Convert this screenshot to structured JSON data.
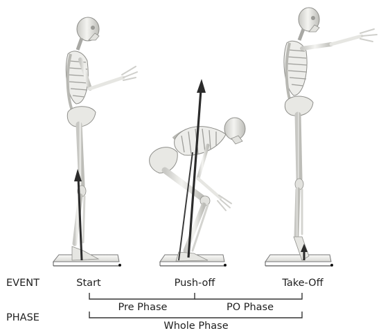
{
  "rows": {
    "event": "EVENT",
    "phase": "PHASE"
  },
  "events": {
    "start": "Start",
    "push_off": "Push-off",
    "take_off": "Take-Off"
  },
  "phases": {
    "pre": "Pre Phase",
    "po": "PO Phase",
    "whole": "Whole Phase"
  },
  "colors": {
    "bone": "#ecece8",
    "bone_shade": "#b9b9b4",
    "bone_line": "#8e8e8a",
    "force_arrow": "#2b2b2b",
    "platform": "#f2f2f0",
    "bracket": "#333333"
  }
}
